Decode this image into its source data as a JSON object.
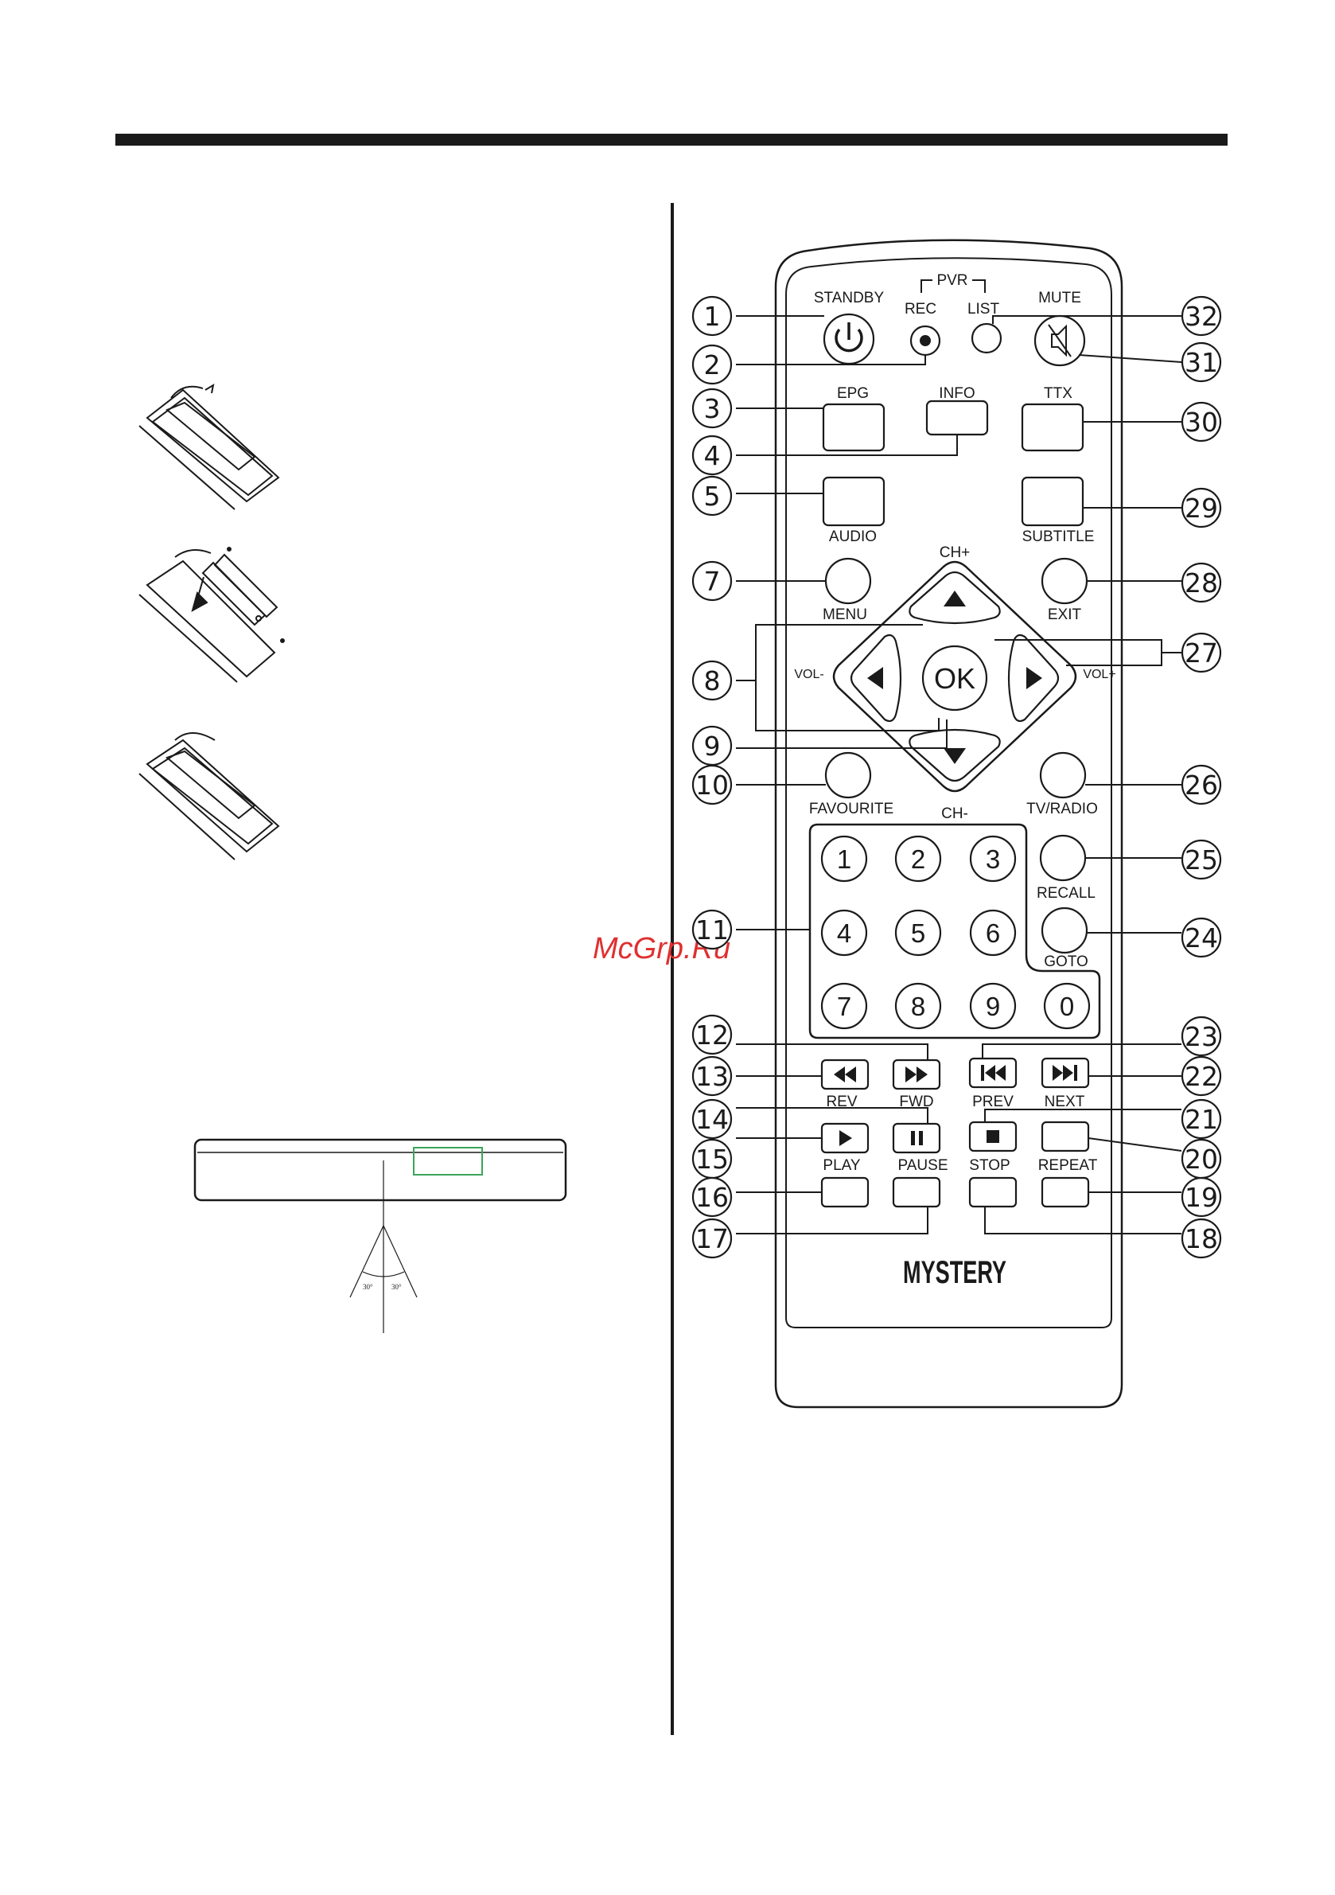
{
  "labels": {
    "standby": "STANDBY",
    "pvr": "PVR",
    "rec": "REC",
    "list": "LIST",
    "mute": "MUTE",
    "epg": "EPG",
    "info": "INFO",
    "ttx": "TTX",
    "audio": "AUDIO",
    "subtitle": "SUBTITLE",
    "ch_plus": "CH+",
    "menu": "MENU",
    "exit": "EXIT",
    "vol_minus": "VOL-",
    "vol_plus": "VOL+",
    "ok": "OK",
    "ch_minus": "CH-",
    "favourite": "FAVOURITE",
    "tv_radio": "TV/RADIO",
    "recall": "RECALL",
    "goto": "GOTO",
    "rev": "REV",
    "fwd": "FWD",
    "prev": "PREV",
    "next": "NEXT",
    "play": "PLAY",
    "pause": "PAUSE",
    "stop": "STOP",
    "repeat": "REPEAT"
  },
  "keypad": [
    "1",
    "2",
    "3",
    "4",
    "5",
    "6",
    "7",
    "8",
    "9",
    "0"
  ],
  "callouts": [
    "1",
    "2",
    "3",
    "4",
    "5",
    "7",
    "8",
    "9",
    "10",
    "11",
    "12",
    "13",
    "14",
    "15",
    "16",
    "17",
    "18",
    "19",
    "20",
    "21",
    "22",
    "23",
    "24",
    "25",
    "26",
    "27",
    "28",
    "29",
    "30",
    "31",
    "32"
  ],
  "brand": "MYSTERY",
  "watermark": "McGrp.Ru",
  "angle_left": "30°",
  "angle_right": "30°",
  "colors": {
    "ink": "#1a1a1a",
    "watermark": "#e03030",
    "sensor_window": "#3aa55a"
  }
}
